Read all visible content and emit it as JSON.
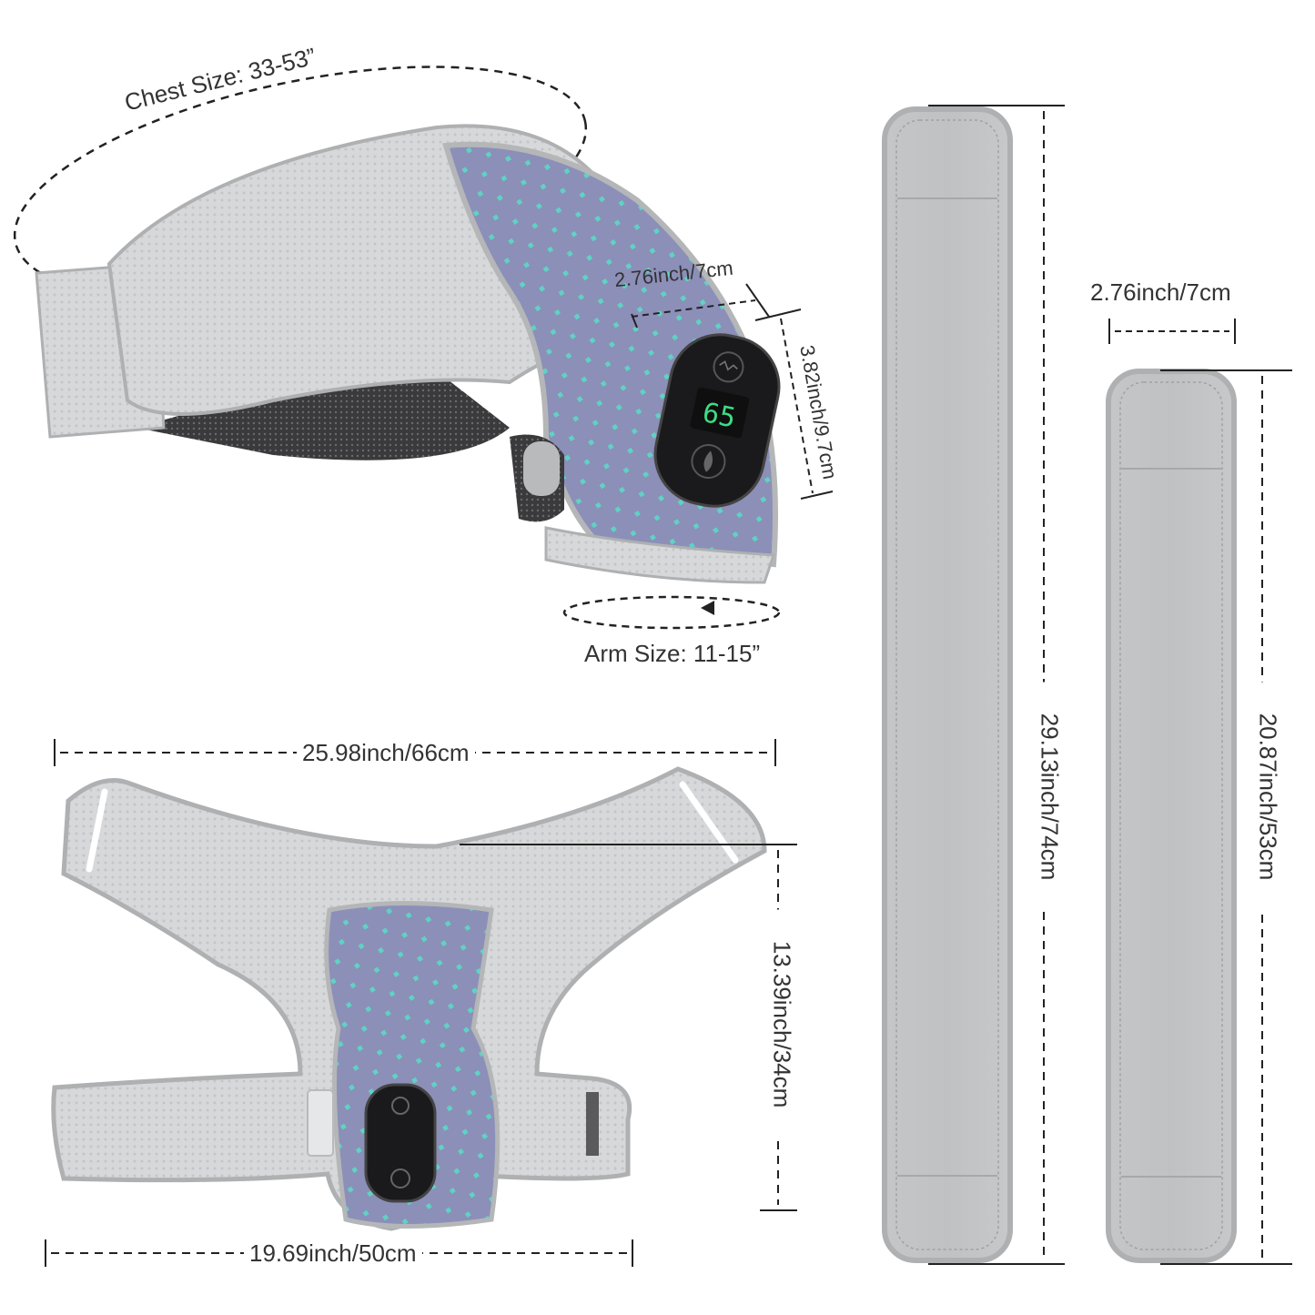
{
  "dimensions": {
    "chest_size": "Chest Size: 33-53”",
    "arm_size": "Arm Size: 11-15”",
    "controller_width": "2.76inch/7cm",
    "controller_height": "3.82inch/9.7cm",
    "display_value": "65",
    "wrap_width": "25.98inch/66cm",
    "wrap_height": "13.39inch/34cm",
    "wrap_bottom_width": "19.69inch/50cm",
    "long_strap_length": "29.13inch/74cm",
    "short_strap_width": "2.76inch/7cm",
    "short_strap_length": "20.87inch/53cm"
  },
  "colors": {
    "fabric_gray": "#c9cbcd",
    "fabric_light": "#dcdee0",
    "purple_panel": "#8c8fb8",
    "dot_teal": "#5fd3c3",
    "controller_black": "#1a1a1c",
    "display_green": "#3ddc84"
  }
}
